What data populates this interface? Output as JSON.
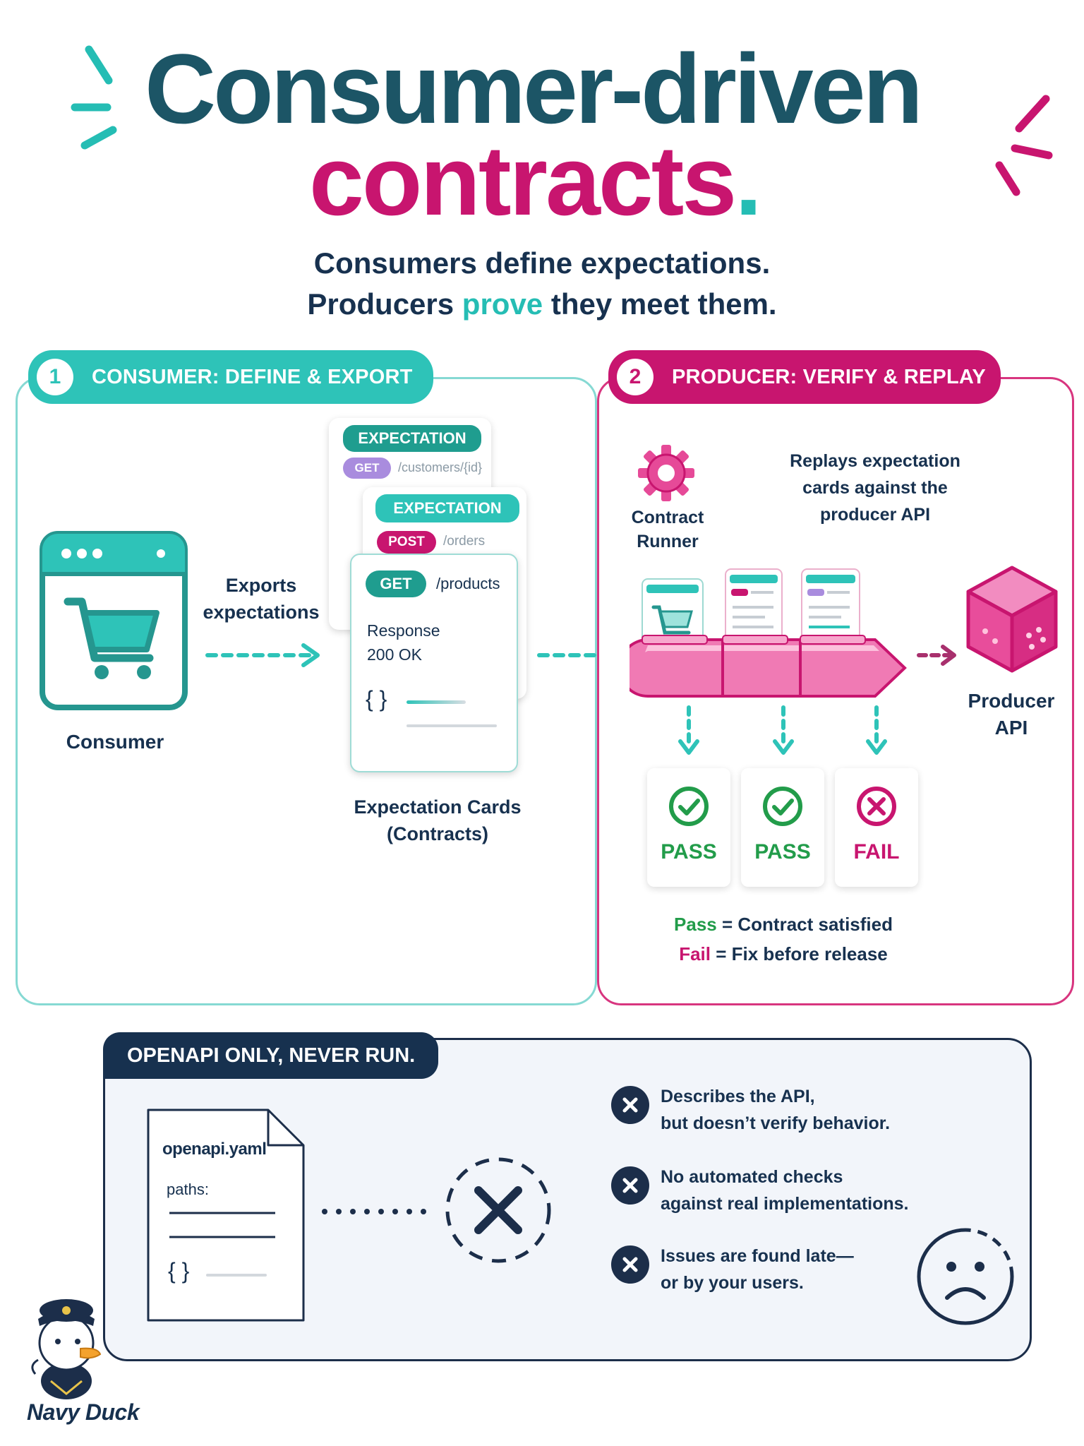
{
  "title": {
    "line1": "Consumer-driven",
    "line2": "contracts",
    "dot": "."
  },
  "subtitle": {
    "line1": "Consumers define expectations.",
    "line2_a": "Producers ",
    "line2_b": "prove",
    "line2_c": " they meet them."
  },
  "consumer_panel": {
    "step": "1",
    "heading": "CONSUMER: DEFINE & EXPORT",
    "consumer_label": "Consumer",
    "exports_label_1": "Exports",
    "exports_label_2": "expectations",
    "cards": [
      {
        "tag": "EXPECTATION",
        "method": "GET",
        "path": "/customers/{id}"
      },
      {
        "tag": "EXPECTATION",
        "method": "POST",
        "path": "/orders"
      },
      {
        "method": "GET",
        "path": "/products",
        "response_1": "Response",
        "response_2": "200 OK",
        "braces": "{ }"
      }
    ],
    "cards_label_1": "Expectation Cards",
    "cards_label_2": "(Contracts)"
  },
  "producer_panel": {
    "step": "2",
    "heading": "PRODUCER: VERIFY & REPLAY",
    "runner_label_1": "Contract",
    "runner_label_2": "Runner",
    "replay_1": "Replays expectation",
    "replay_2": "cards against the",
    "replay_3": "producer API",
    "api_label_1": "Producer",
    "api_label_2": "API",
    "results": [
      {
        "status": "PASS"
      },
      {
        "status": "PASS"
      },
      {
        "status": "FAIL"
      }
    ],
    "legend": {
      "pass_word": "Pass",
      "pass_text": " = Contract satisfied",
      "fail_word": "Fail",
      "fail_text": " = Fix before release"
    }
  },
  "openapi_panel": {
    "heading": "OPENAPI ONLY, NEVER RUN.",
    "file_name": "openapi.yaml",
    "paths": "paths:",
    "braces": "{ }",
    "points": [
      {
        "line1": "Describes the API,",
        "line2": "but doesn’t verify behavior."
      },
      {
        "line1": "No automated checks",
        "line2": "against real implementations."
      },
      {
        "line1": "Issues are found late—",
        "line2": "or by your users."
      }
    ]
  },
  "brand": {
    "name": "Navy Duck"
  },
  "colors": {
    "teal": "#25bdb4",
    "magenta": "#c8156f",
    "navy": "#17314f",
    "green": "#229c4a"
  }
}
